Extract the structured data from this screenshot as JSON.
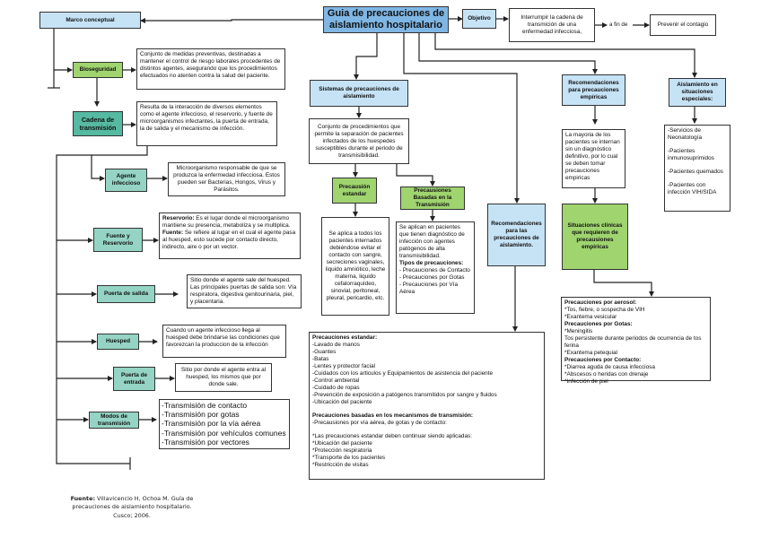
{
  "title": "Guia de precauciones de aislamiento hospitalario",
  "colors": {
    "title_fill": "#7fb6e4",
    "light_blue": "#c6e3f6",
    "green": "#9fd46f",
    "teal": "#56b9a2",
    "light_teal": "#95d4c4",
    "border": "#333333"
  },
  "objective": {
    "label": "Objetivo",
    "text": "Interrumpir la cadena de transmición de una enfermedad infecciosa,",
    "connector": "a fin de",
    "goal": "Prevenir el contagio"
  },
  "marco": {
    "label": "Marco conceptual",
    "bioseguridad": {
      "label": "Bioseguridad",
      "desc": "Conjunto de medidas preventivas, destinadas a mantener el control de riesgo laborales procedentes de distintos agentes, asegurando que los procedimientos efectuados no atenten contra la salud del paciente."
    },
    "cadena": {
      "label": "Cadena de transmisión",
      "desc": "Resulta de la interacción de diversos elementos como el agente infeccioso, el reservorio, y fuente de microorganismos infectantes, la puerta de entrada, la de salida y el mecanismo de infección."
    },
    "agente": {
      "label": "Agente infeccioso",
      "desc": "Microorganismo responsable de que se produzca la enfermedad infecciosa. Estos pueden ser Bacterias, Hongos, Virus y Parásitos."
    },
    "fuente": {
      "label": "Fuente y Reservorio",
      "reservorio_term": "Reservorio:",
      "reservorio_text": " Es el lugar donde el microorganismo mantiene su presencia, metaboliza y se multiplica.",
      "fuente_term": "Fuente:",
      "fuente_text": " Se refiere al lugar en el cual el agente pasa al huesped, esto sucede por contacto directo, indirecto, aire o por un vector."
    },
    "salida": {
      "label": "Puerta de salida",
      "desc": "Sitio donde el agente sale del huesped. Las principales puertas de salida son: Vía respiratora, digestiva genitourinaria, piel, y placentaria."
    },
    "huesped": {
      "label": "Huesped",
      "desc": "Cuando un agente infeccioso llega al huesped debe brindarse las condiciones que favorezcan la produccion de la infección"
    },
    "entrada": {
      "label": "Puerta de entrada",
      "desc": "Sitio por donde el agente entra al huesped, los mismos que por donde sale."
    },
    "modos": {
      "label": "Modos de transmisión",
      "items": [
        "-Transmisión de contacto",
        "-Transmisión por gotas",
        "-Transmisión por la vía aérea",
        "-Transmisión por vehículos comunes",
        "-Transmisión por vectores"
      ]
    }
  },
  "sistemas": {
    "label": "Sistemas de precauciones de aislamiento",
    "desc": "Conjunto de procedimientos que permite la separación de pacientes infectados de los huespedes susceptibles durante el periodo de transmisibilidad.",
    "estandar": {
      "label": "Precausión estandar",
      "desc": "Se aplica a todos los pacientes internados debiéndose evitar el contacto con sangre, secreciones vaginales, liquido amniótico, leche materna, liquido cefalorraquídeo, sinovial, peritoneal, pleural, pericardio, etc."
    },
    "transmision": {
      "label": "Precausiones Basadas en la Transmisión",
      "desc": "Se aplican en pacientes que tienen diagnóstico de infección con agentes patógenos de alta transmisibilidad.",
      "tipos_title": "Tipos de precauciones:",
      "tipos": [
        "- Precauciones de Contacto",
        "- Precauciones por Gotas",
        "- Precauciones por Vía Aérea"
      ]
    }
  },
  "recomendaciones_aislamiento": {
    "label": "Recomendaciones para las precauciones de aislamiento.",
    "estandar_title": "Precauciones estandar:",
    "estandar_items": [
      "-Lavado de manos",
      "-Guantes",
      "-Batas",
      "-Lentes y protector facial",
      "-Cuidados con los articulos y Equipamientos de asistencia del paciente",
      "-Control ambiental",
      "-Cuidado de ropas",
      "-Prevención de exposición a patógenos transmitidos por sangre y fluidos",
      "-Ubicación del paciente"
    ],
    "mecanismos_title": "Precauciones basadas en los mecanismos de transmisión:",
    "mecanismos_text": "-Precausiones por vía aérea, de gotas y de contacto:",
    "continuar_items": [
      "*Las precauciones estandar deben continuar siendo aplicadas:",
      "*Ubicación del paciente",
      "*Protección respiratoria",
      "*Transporte de los pacientes",
      "*Restricción de visitas"
    ]
  },
  "empiricas": {
    "label": "Recomendaciones para precauciones empíricas",
    "desc": "La mayoria de los pacientes se internan sin un diagnóstico definitivo, por lo cual se deben tomar precauciones empiricas",
    "situaciones": "Situaciones clínicas que requieren de precausiones empiricas",
    "aerosol_title": "Precauciones por aerosol:",
    "aerosol_items": [
      "*Tos, fiebre, o sospecha de VIH",
      "*Exantema vesicular"
    ],
    "gotas_title": "Precauciones por Gotas:",
    "gotas_items": [
      "*Meningitis",
      "Tos persistente durante periodos de ocurrencia de tos ferina",
      "*Exantema petequial"
    ],
    "contacto_title": "Precauciones por Contacto:",
    "contacto_items": [
      "*Diarrea aguda de causa infecciosa",
      "*Abscesos o heridas con drenaje",
      "*Infección de piel"
    ]
  },
  "especiales": {
    "label": "Aislamiento en situaciones especiales:",
    "items": [
      "-Servicios de Neonatología",
      "-Pacientes inmunosuprimidos",
      "-Pacientes quemados",
      "-Pacientes con infección VIH/SIDA"
    ]
  },
  "source": {
    "term": "Fuente:",
    "text": " Villavicencio H, Ochoa M. Guía de precauciones de aislamiento hospitalario. Cusco; 2006."
  }
}
